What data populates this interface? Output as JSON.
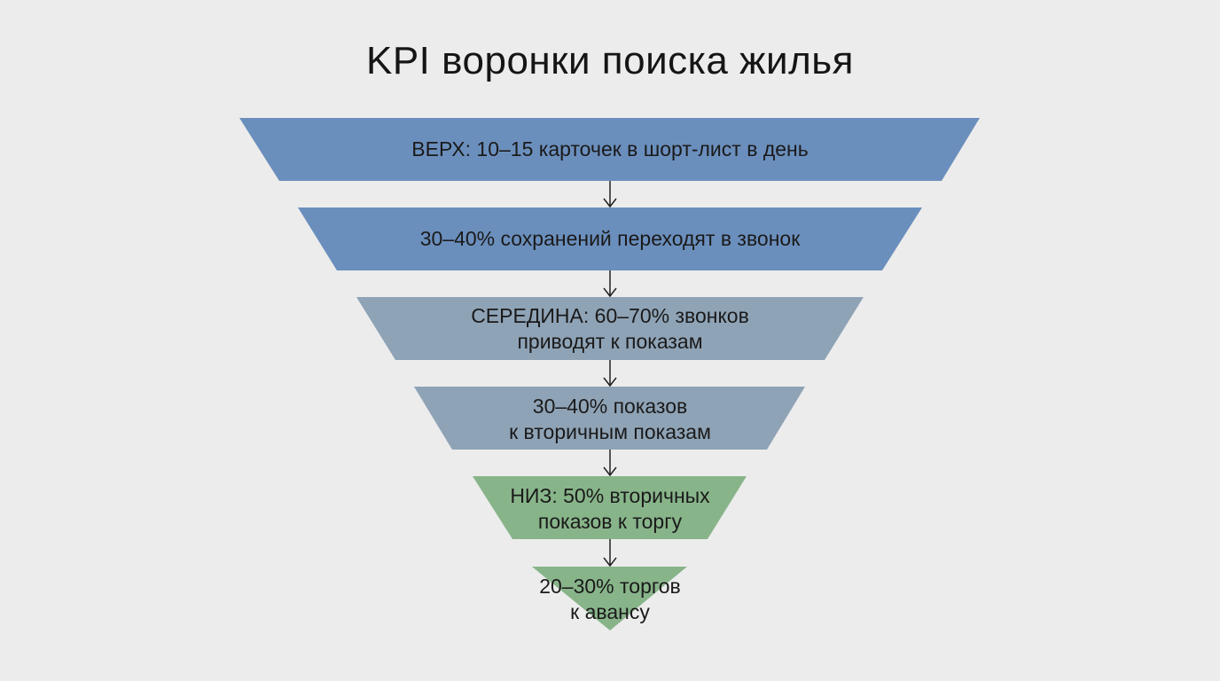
{
  "title": "KPI воронки поиска жилья",
  "colors": {
    "blue": "#6b8fbd",
    "slate": "#8fa3b6",
    "green": "#88b48a",
    "background": "#ececec"
  },
  "stages": [
    {
      "lines": [
        "ВЕРХ: 10–15 карточек в шорт-лист в день"
      ],
      "color": "#6b8fbd"
    },
    {
      "lines": [
        "30–40% сохранений переходят в звонок"
      ],
      "color": "#6b8fbd"
    },
    {
      "lines": [
        "СЕРЕДИНА: 60–70% звонков",
        "приводят к показам"
      ],
      "color": "#8fa3b6"
    },
    {
      "lines": [
        "30–40% показов",
        "к вторичным показам"
      ],
      "color": "#8fa3b6"
    },
    {
      "lines": [
        "НИЗ: 50% вторичных",
        "показов к торгу"
      ],
      "color": "#88b48a"
    },
    {
      "lines": [
        "20–30% торгов",
        "к авансу"
      ],
      "color": "#88b48a"
    }
  ]
}
